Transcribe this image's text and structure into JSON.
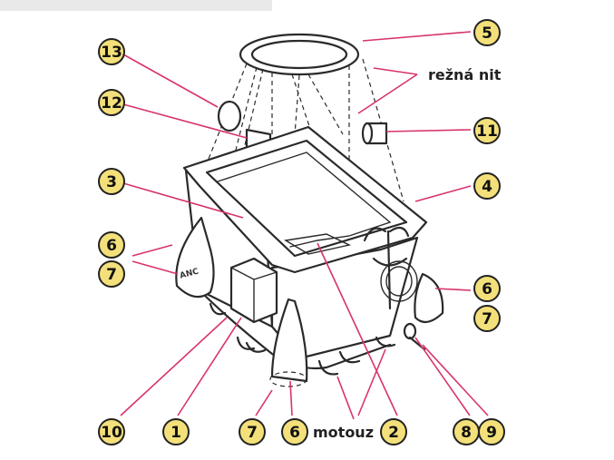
{
  "labels": {
    "n1": "1",
    "n2": "2",
    "n3": "3",
    "n4": "4",
    "n5": "5",
    "n6a": "6",
    "n6b": "6",
    "n6c": "6",
    "n7a": "7",
    "n7b": "7",
    "n7c": "7",
    "n8": "8",
    "n9": "9",
    "n10": "10",
    "n11": "11",
    "n12": "12",
    "n13": "13",
    "rezna_nit": "režná nit",
    "motouz": "motouz",
    "bag_text": "ANC"
  },
  "colors": {
    "circle_fill": "#f3e07a",
    "leader": "#d8336e",
    "ink": "#2a2a2a"
  }
}
